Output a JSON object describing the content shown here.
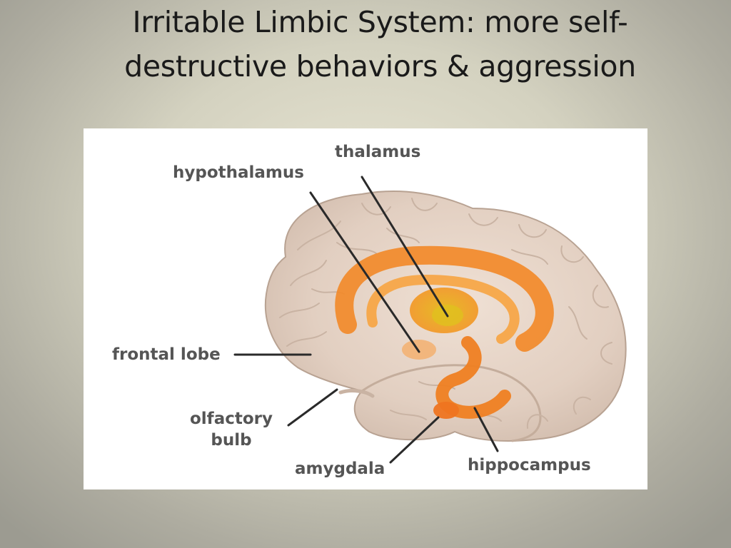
{
  "slide": {
    "title_line1": "Irritable Limbic System:   more self-",
    "title_line2": "destructive behaviors & aggression"
  },
  "diagram": {
    "labels": {
      "thalamus": "thalamus",
      "hypothalamus": "hypothalamus",
      "frontal_lobe": "frontal lobe",
      "olfactory_bulb_line1": "olfactory",
      "olfactory_bulb_line2": "bulb",
      "amygdala": "amygdala",
      "hippocampus": "hippocampus"
    },
    "colors": {
      "brain_tissue": "#e6d3c5",
      "brain_outline": "#b8a292",
      "limbic_orange": "#f28a2a",
      "thalamus_core": "#e8a31a",
      "leader_line": "#2a2a2a",
      "label_text": "#555555"
    }
  }
}
